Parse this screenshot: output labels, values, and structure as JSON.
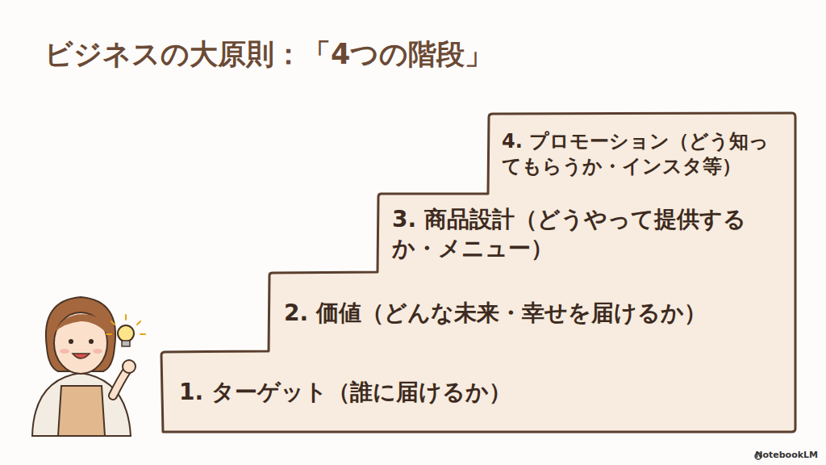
{
  "diagram": {
    "title": "ビジネスの大原則：「4つの階段」",
    "nodes": [
      {
        "text": [
          "1. ターゲット（誰に届けるか）"
        ]
      },
      {
        "text": [
          "2. 価値（どんな未来・幸せを届けるか）"
        ]
      },
      {
        "text": [
          "3. 商品設計（どうやって提供するか・メニュー）"
        ]
      },
      {
        "text": [
          "4. プロモーション（どう知ってもらうか・インスタ等）"
        ]
      }
    ],
    "labels": [
      "NotebookLM"
    ]
  }
}
